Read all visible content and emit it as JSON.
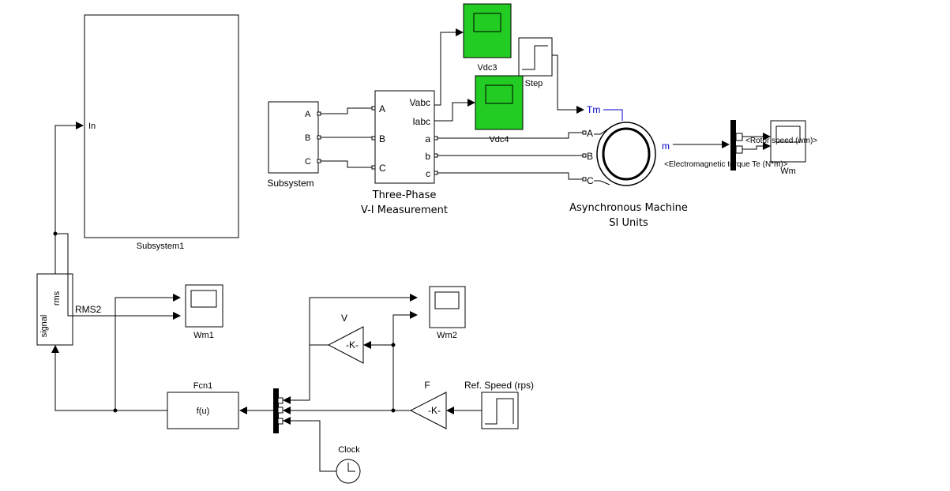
{
  "colors": {
    "scope_green": "#22cc22",
    "scope_dark": "#000000",
    "blue_port": "#0000cc"
  },
  "subsystem1": {
    "name": "Subsystem1",
    "in_port": "In"
  },
  "subsystem": {
    "name": "Subsystem",
    "ports": [
      "A",
      "B",
      "C"
    ]
  },
  "vi_meas": {
    "name_line1": "Three-Phase",
    "name_line2": "V-I Measurement",
    "in_ports": [
      "A",
      "B",
      "C"
    ],
    "out_ports": [
      "Vabc",
      "Iabc",
      "a",
      "b",
      "c"
    ]
  },
  "scopes": {
    "vdc3": "Vdc3",
    "vdc4": "Vdc4",
    "wm": "Wm",
    "wm1": "Wm1",
    "wm2": "Wm2"
  },
  "step": {
    "name": "Step"
  },
  "machine": {
    "name_line1": "Asynchronous Machine",
    "name_line2": "SI Units",
    "tm": "Tm",
    "ports": [
      "A",
      "B",
      "C"
    ],
    "m": "m"
  },
  "bus_selector": {
    "out1": "<Rotor speed (wm)>",
    "out2": "<Electromagnetic torque Te (N*m)>"
  },
  "rms": {
    "top": "rms",
    "bottom": "signal",
    "name": "RMS2"
  },
  "fcn": {
    "name": "Fcn1",
    "expr": "f(u)"
  },
  "gain_v": {
    "name": "V",
    "value": "-K-"
  },
  "gain_f": {
    "name": "F",
    "value": "-K-"
  },
  "ref_speed": {
    "name": "Ref. Speed (rps)"
  },
  "clock": {
    "name": "Clock"
  }
}
